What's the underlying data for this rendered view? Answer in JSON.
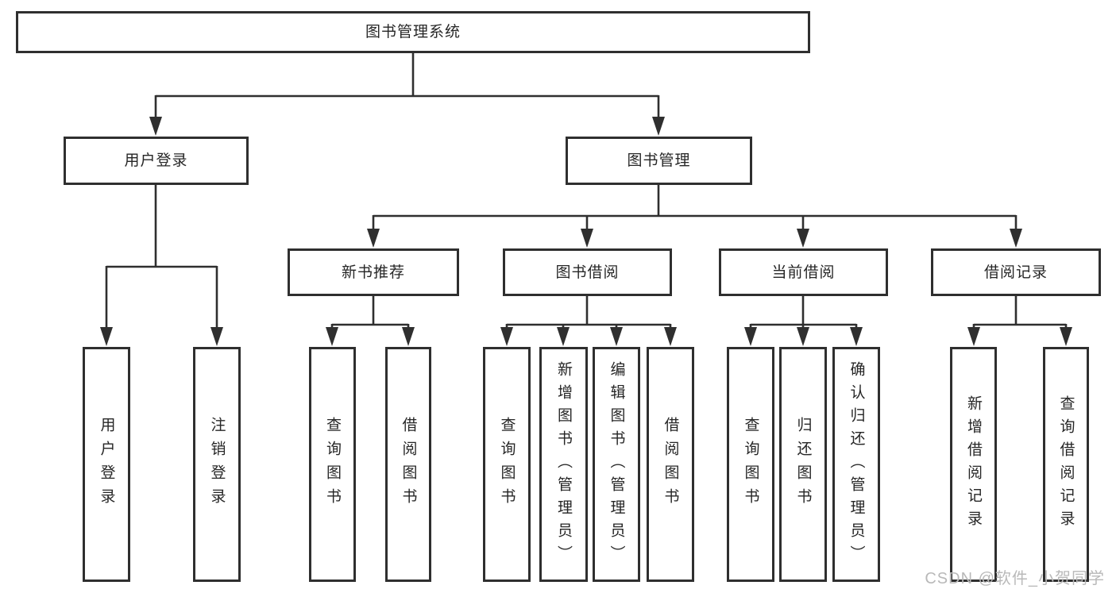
{
  "diagram": {
    "root": {
      "label": "图书管理系统"
    },
    "branches": {
      "user_login": {
        "label": "用户登录",
        "children": [
          {
            "label": "用户登录"
          },
          {
            "label": "注销登录"
          }
        ]
      },
      "book_mgmt": {
        "label": "图书管理"
      },
      "new_book_rec": {
        "label": "新书推荐",
        "children": [
          {
            "label": "查询图书"
          },
          {
            "label": "借阅图书"
          }
        ]
      },
      "book_borrow": {
        "label": "图书借阅",
        "children": [
          {
            "label": "查询图书"
          },
          {
            "label": "新增图书（管理员）"
          },
          {
            "label": "编辑图书（管理员）"
          },
          {
            "label": "借阅图书"
          }
        ]
      },
      "current_borrow": {
        "label": "当前借阅",
        "children": [
          {
            "label": "查询图书"
          },
          {
            "label": "归还图书"
          },
          {
            "label": "确认归还（管理员）"
          }
        ]
      },
      "borrow_records": {
        "label": "借阅记录",
        "children": [
          {
            "label": "新增借阅记录"
          },
          {
            "label": "查询借阅记录"
          }
        ]
      }
    }
  },
  "watermark": {
    "text": "CSDN @软件_小贺同学"
  },
  "colors": {
    "line": "#2f2f2f",
    "border": "#2f2f2f",
    "text": "#262626",
    "watermark": "#b9b9b9",
    "background": "#ffffff"
  }
}
